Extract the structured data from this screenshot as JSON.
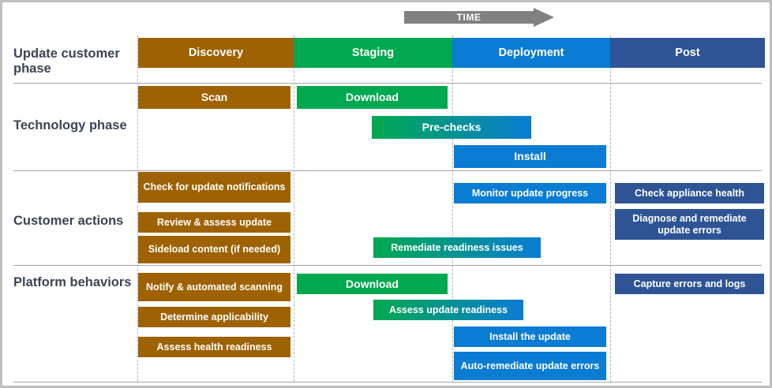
{
  "colors": {
    "discovery": "#9e6203",
    "staging": "#00a94f",
    "deployment": "#0a7cd4",
    "post": "#2e5496",
    "gradient_start": "#00a94f",
    "gradient_end": "#0a7cd4",
    "arrow": "#808080",
    "rule": "#a6a6a6",
    "dash": "#b3b3b3",
    "frame": "#bfbfbf",
    "label_text": "#3a4455",
    "bar_text": "#ffffff"
  },
  "timeline": {
    "label": "TIME",
    "icon": "right-arrow-icon"
  },
  "phases": [
    {
      "id": "discovery",
      "label": "Discovery",
      "color": "#9e6203"
    },
    {
      "id": "staging",
      "label": "Staging",
      "color": "#00a94f"
    },
    {
      "id": "deployment",
      "label": "Deployment",
      "color": "#0a7cd4"
    },
    {
      "id": "post",
      "label": "Post",
      "color": "#2e5496"
    }
  ],
  "rows": [
    {
      "id": "update-customer-phase",
      "label": "Update customer phase"
    },
    {
      "id": "technology-phase",
      "label": "Technology phase"
    },
    {
      "id": "customer-actions",
      "label": "Customer actions"
    },
    {
      "id": "platform-behaviors",
      "label": "Platform behaviors"
    }
  ],
  "bars": {
    "technology": [
      {
        "id": "scan",
        "label": "Scan",
        "phase": "discovery",
        "fill": "solid"
      },
      {
        "id": "download",
        "label": "Download",
        "phase": "staging",
        "fill": "solid"
      },
      {
        "id": "pre-checks",
        "label": "Pre-checks",
        "phase": "staging-deployment",
        "fill": "gradient"
      },
      {
        "id": "install",
        "label": "Install",
        "phase": "deployment",
        "fill": "solid"
      }
    ],
    "customer_actions": [
      {
        "id": "check-for-update-notifications",
        "label": "Check for update notifications",
        "phase": "discovery",
        "fill": "solid"
      },
      {
        "id": "review-assess-update",
        "label": "Review & assess update",
        "phase": "discovery",
        "fill": "solid"
      },
      {
        "id": "sideload-content",
        "label": "Sideload content (if needed)",
        "phase": "discovery",
        "fill": "solid"
      },
      {
        "id": "monitor-update-progress",
        "label": "Monitor update progress",
        "phase": "deployment",
        "fill": "solid"
      },
      {
        "id": "remediate-readiness-issues",
        "label": "Remediate readiness issues",
        "phase": "staging-deployment",
        "fill": "gradient"
      },
      {
        "id": "check-appliance-health",
        "label": "Check appliance health",
        "phase": "post",
        "fill": "solid"
      },
      {
        "id": "diagnose-and-remediate-update-errors",
        "label": "Diagnose and remediate update errors",
        "phase": "post",
        "fill": "solid"
      }
    ],
    "platform_behaviors": [
      {
        "id": "notify-automated-scanning",
        "label": "Notify & automated scanning",
        "phase": "discovery",
        "fill": "solid"
      },
      {
        "id": "determine-applicability",
        "label": "Determine applicability",
        "phase": "discovery",
        "fill": "solid"
      },
      {
        "id": "assess-health-readiness",
        "label": "Assess health readiness",
        "phase": "discovery",
        "fill": "solid"
      },
      {
        "id": "download-platform",
        "label": "Download",
        "phase": "staging",
        "fill": "solid"
      },
      {
        "id": "assess-update-readiness",
        "label": "Assess update readiness",
        "phase": "staging-deployment",
        "fill": "gradient"
      },
      {
        "id": "install-the-update",
        "label": "Install  the update",
        "phase": "deployment",
        "fill": "solid"
      },
      {
        "id": "auto-remediate-update-errors",
        "label": "Auto-remediate update errors",
        "phase": "deployment",
        "fill": "solid"
      },
      {
        "id": "capture-errors-and-logs",
        "label": "Capture errors and logs",
        "phase": "post",
        "fill": "solid"
      }
    ]
  }
}
